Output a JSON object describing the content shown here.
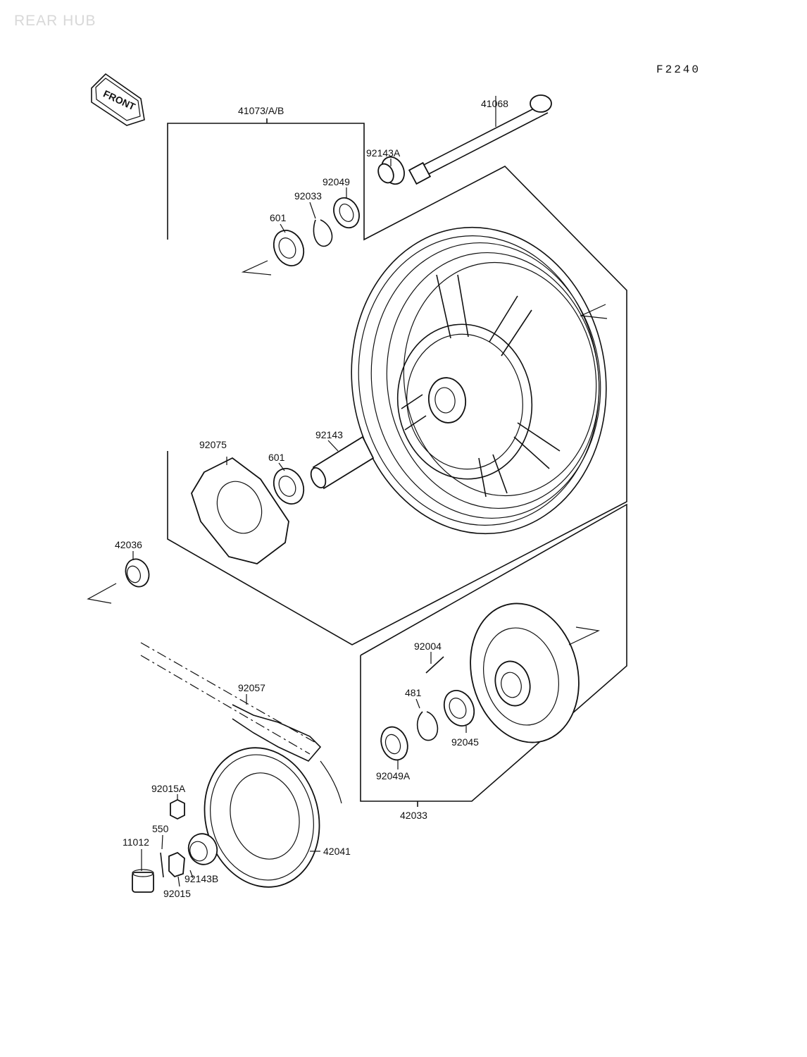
{
  "page_title": "REAR HUB",
  "figure_code": "F2240",
  "front_label": "FRONT",
  "callouts": {
    "p41073": "41073/A/B",
    "p41068": "41068",
    "p92143A": "92143A",
    "p92049": "92049",
    "p92033": "92033",
    "p601a": "601",
    "p92075": "92075",
    "p601b": "601",
    "p92143": "92143",
    "p42036": "42036",
    "p92004": "92004",
    "p92057": "92057",
    "p481": "481",
    "p92045": "92045",
    "p92049A": "92049A",
    "p42033": "42033",
    "p92015A": "92015A",
    "p550": "550",
    "p11012": "11012",
    "p42041": "42041",
    "p92143B": "92143B",
    "p92015": "92015"
  }
}
